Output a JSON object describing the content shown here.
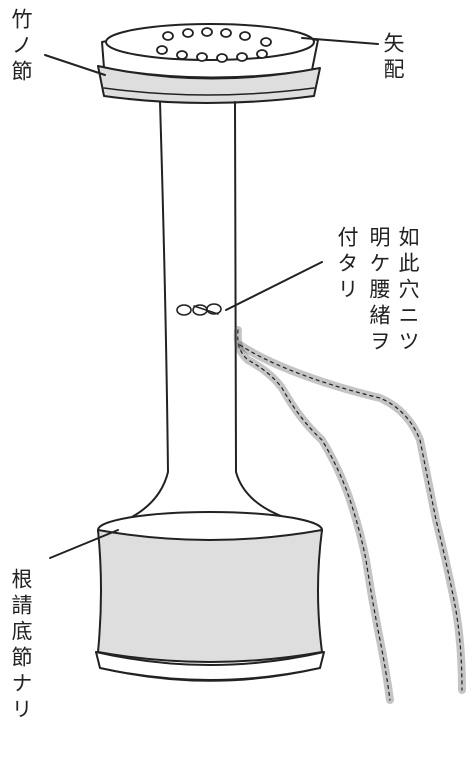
{
  "labels": {
    "bamboo_node": "竹ノ節",
    "arrow_layout": "矢配",
    "hole_note_col1": "如此穴ニツ",
    "hole_note_col2": "明ケ腰緒ヲ",
    "hole_note_col3": "付タリ",
    "base_note": "根請底節ナリ"
  },
  "colors": {
    "ink": "#222222",
    "shade": "#dedede",
    "paper": "#ffffff"
  }
}
